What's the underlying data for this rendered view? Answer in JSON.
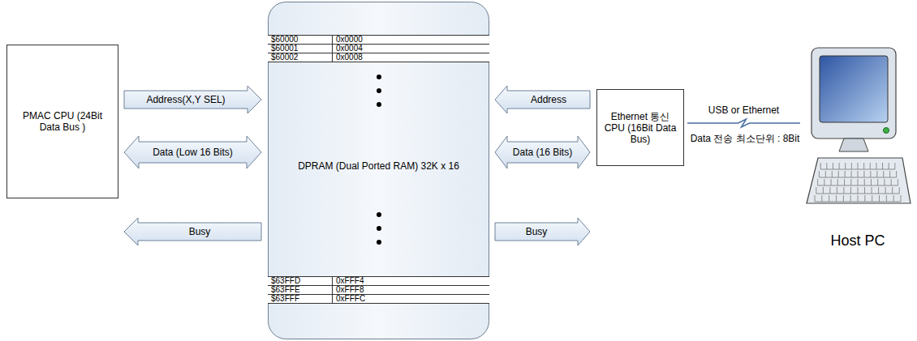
{
  "diagram": {
    "nodes": [
      {
        "text": [
          "PMAC CPU (24Bit Data Bus )"
        ]
      },
      {
        "text": [
          "DPRAM (Dual Ported RAM) 32K x 16"
        ]
      },
      {
        "text": [
          "Ethernet 통신 CPU (16Bit Data Bus)"
        ]
      },
      {
        "text": [
          "Host PC"
        ]
      },
      {
        "text": [
          "$60000",
          "0x0000"
        ],
        "in": 1
      },
      {
        "text": [
          "$60001",
          "0x0004"
        ],
        "in": 1
      },
      {
        "text": [
          "$60002",
          "0x0008"
        ],
        "in": 1
      },
      {
        "text": [
          "$63FFD",
          "0xFFF4"
        ],
        "in": 1
      },
      {
        "text": [
          "$63FFE",
          "0xFFF8"
        ],
        "in": 1
      },
      {
        "text": [
          "$63FFF",
          "0xFFFC"
        ],
        "in": 1
      }
    ],
    "edges": [
      {
        "from": 0,
        "to": 1,
        "label": "Address(X,Y SEL)",
        "arrow": "to"
      },
      {
        "from": 0,
        "to": 1,
        "label": "Data (Low 16 Bits)",
        "arrow": "both"
      },
      {
        "from": 1,
        "to": 0,
        "label": "Busy",
        "arrow": "to"
      },
      {
        "from": 2,
        "to": 1,
        "label": "Address",
        "arrow": "to"
      },
      {
        "from": 1,
        "to": 2,
        "label": "Data (16 Bits)",
        "arrow": "both"
      },
      {
        "from": 1,
        "to": 2,
        "label": "Busy",
        "arrow": "to"
      },
      {
        "from": 2,
        "to": 3,
        "label": "USB or Ethernet",
        "arrow": "none"
      }
    ],
    "labels": [
      "Data 전송 최소단위 : 8Bit"
    ]
  }
}
